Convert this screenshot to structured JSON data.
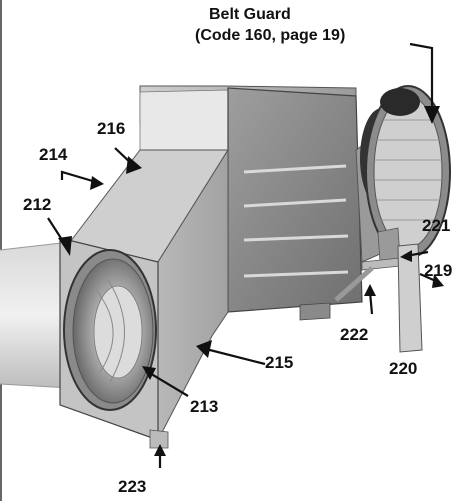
{
  "header": {
    "title": "Belt Guard",
    "subtitle": "(Code 160, page 19)"
  },
  "callouts": {
    "c212": "212",
    "c213": "213",
    "c214": "214",
    "c215": "215",
    "c216": "216",
    "c219": "219",
    "c220": "220",
    "c221": "221",
    "c222": "222",
    "c223": "223"
  },
  "icons": {
    "arrow": "arrow-icon"
  }
}
